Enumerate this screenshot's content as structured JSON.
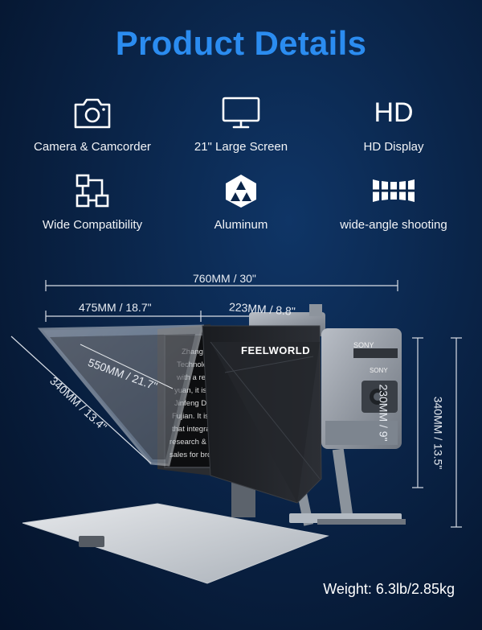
{
  "title": "Product Details",
  "features": [
    {
      "icon": "camera-icon",
      "label": "Camera & Camcorder"
    },
    {
      "icon": "monitor-icon",
      "label": "21\" Large Screen"
    },
    {
      "icon": "hd-icon",
      "label": "HD Display",
      "icon_text": "HD"
    },
    {
      "icon": "connection-icon",
      "label": "Wide Compatibility"
    },
    {
      "icon": "aluminum-icon",
      "label": "Aluminum"
    },
    {
      "icon": "wide-angle-icon",
      "label": "wide-angle shooting"
    }
  ],
  "dimensions": {
    "total_width": "760MM / 30\"",
    "front_width": "475MM / 18.7\"",
    "hood_depth": "223MM / 8.8\"",
    "diagonal": "550MM / 21.7\"",
    "side": "340MM / 13.4\"",
    "hood_height": "230MM / 9\"",
    "total_height": "340MM / 13.5\""
  },
  "product": {
    "brand": "FEELWORLD",
    "camera_brand": "SONY",
    "screen_text": [
      "Zhang",
      "Technology C",
      "with a register",
      "yuan, it is located",
      "Jinfeng Developm",
      "Fujian. It is a national h",
      "that integrating",
      "research & development, ma",
      "sales for broadcast and film, te"
    ]
  },
  "weight": "Weight: 6.3lb/2.85kg",
  "colors": {
    "accent": "#2b8cf0",
    "background": "#0a2448"
  }
}
